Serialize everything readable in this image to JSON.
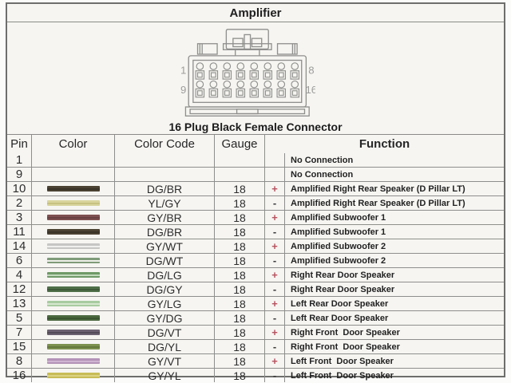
{
  "window": {
    "title": "Amplifier"
  },
  "connector": {
    "caption": "16 Plug Black Female Connector",
    "pin_top_left": "1",
    "pin_top_right": "8",
    "pin_bottom_left": "9",
    "pin_bottom_right": "16"
  },
  "table": {
    "headers": {
      "pin": "Pin",
      "color": "Color",
      "color_code": "Color Code",
      "gauge": "Gauge",
      "function": "Function"
    },
    "rows": [
      {
        "pin": "1",
        "color_code": "",
        "gauge": "",
        "sign": "",
        "function": "No Connection",
        "swatch": null
      },
      {
        "pin": "9",
        "color_code": "",
        "gauge": "",
        "sign": "",
        "function": "No Connection",
        "swatch": null
      },
      {
        "pin": "10",
        "color_code": "DG/BR",
        "gauge": "18",
        "sign": "+",
        "function": "Amplified Right Rear Speaker (D Pillar LT)",
        "swatch": {
          "main": "#4b4233",
          "mid": "#3a3327"
        }
      },
      {
        "pin": "2",
        "color_code": "YL/GY",
        "gauge": "18",
        "sign": "-",
        "function": "Amplified Right Rear Speaker (D Pillar LT)",
        "swatch": {
          "main": "#d8d49c",
          "mid": "#c8c282"
        }
      },
      {
        "pin": "3",
        "color_code": "GY/BR",
        "gauge": "18",
        "sign": "+",
        "function": "Amplified Subwoofer 1",
        "swatch": {
          "main": "#7e5051",
          "mid": "#6a4142"
        }
      },
      {
        "pin": "11",
        "color_code": "DG/BR",
        "gauge": "18",
        "sign": "-",
        "function": "Amplified Subwoofer 1",
        "swatch": {
          "main": "#4b4233",
          "mid": "#3a3327"
        }
      },
      {
        "pin": "14",
        "color_code": "GY/WT",
        "gauge": "18",
        "sign": "+",
        "function": "Amplified Subwoofer 2",
        "swatch": {
          "main": "#c6c6c4",
          "mid": "#efefed"
        }
      },
      {
        "pin": "6",
        "color_code": "DG/WT",
        "gauge": "18",
        "sign": "-",
        "function": "Amplified Subwoofer 2",
        "swatch": {
          "main": "#7f9c79",
          "mid": "#edefe9"
        }
      },
      {
        "pin": "4",
        "color_code": "DG/LG",
        "gauge": "18",
        "sign": "+",
        "function": "Right Rear Door Speaker",
        "swatch": {
          "main": "#6f9a67",
          "mid": "#c2dabb"
        }
      },
      {
        "pin": "12",
        "color_code": "DG/GY",
        "gauge": "18",
        "sign": "-",
        "function": "Right Rear Door Speaker",
        "swatch": {
          "main": "#4f7049",
          "mid": "#3e5a38"
        }
      },
      {
        "pin": "13",
        "color_code": "GY/LG",
        "gauge": "18",
        "sign": "+",
        "function": "Left Rear Door Speaker",
        "swatch": {
          "main": "#a8cba0",
          "mid": "#d6e7d0"
        }
      },
      {
        "pin": "5",
        "color_code": "GY/DG",
        "gauge": "18",
        "sign": "-",
        "function": "Left Rear Door Speaker",
        "swatch": {
          "main": "#4b683f",
          "mid": "#3a5431"
        }
      },
      {
        "pin": "7",
        "color_code": "DG/VT",
        "gauge": "18",
        "sign": "+",
        "function": "Right Front  Door Speaker",
        "swatch": {
          "main": "#6b6170",
          "mid": "#534c58"
        }
      },
      {
        "pin": "15",
        "color_code": "DG/YL",
        "gauge": "18",
        "sign": "-",
        "function": "Right Front  Door Speaker",
        "swatch": {
          "main": "#7d914f",
          "mid": "#65783d"
        }
      },
      {
        "pin": "8",
        "color_code": "GY/VT",
        "gauge": "18",
        "sign": "+",
        "function": "Left Front  Door Speaker",
        "swatch": {
          "main": "#b493b8",
          "mid": "#cfb5d2"
        }
      },
      {
        "pin": "16",
        "color_code": "GY/YL",
        "gauge": "18",
        "sign": "-",
        "function": "Left Front  Door Speaker",
        "swatch": {
          "main": "#c8bc57",
          "mid": "#dcd382"
        }
      }
    ]
  },
  "colors": {
    "plus_sign": "#b6535f",
    "minus_sign": "#3c3c3c",
    "diagram_line": "#8f8f8d",
    "diagram_label": "#9c9c9a"
  }
}
